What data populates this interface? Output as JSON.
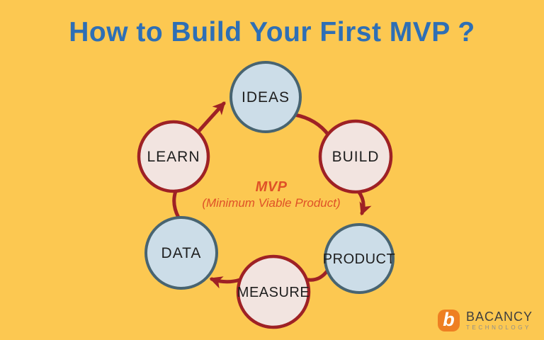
{
  "title": "How to Build Your First MVP ?",
  "center": {
    "line1": "MVP",
    "line2": "(Minimum Viable Product)"
  },
  "steps": [
    {
      "label": "IDEAS",
      "style": "blue"
    },
    {
      "label": "BUILD",
      "style": "pink"
    },
    {
      "label": "PRODUCT",
      "style": "blue"
    },
    {
      "label": "MEASURE",
      "style": "pink"
    },
    {
      "label": "DATA",
      "style": "blue"
    },
    {
      "label": "LEARN",
      "style": "pink"
    }
  ],
  "flow": "IDEAS → BUILD → PRODUCT → MEASURE → DATA → LEARN → IDEAS",
  "logo": {
    "mark": "b",
    "name": "BACANCY",
    "sub": "TECHNOLOGY"
  },
  "colors": {
    "background": "#FCC851",
    "title_blue": "#2E6FB5",
    "arrow_red": "#9E2125",
    "pink_fill": "#F2E4E0",
    "blue_fill": "#CCDDE8",
    "blue_border": "#486471",
    "center_orange": "#DF5127",
    "logo_orange": "#EE7F22"
  }
}
